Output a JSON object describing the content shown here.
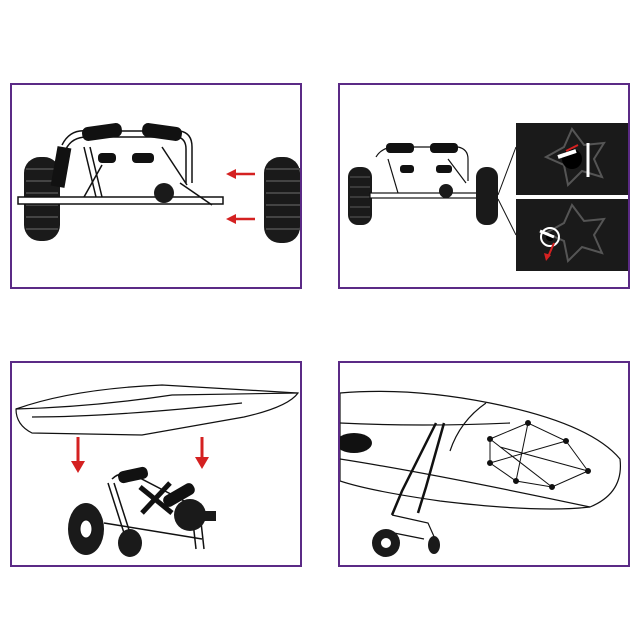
{
  "figure": {
    "panels": [
      {
        "id": "step-1",
        "content": "attach-wheels-to-axle"
      },
      {
        "id": "step-2",
        "content": "lock-wheel-with-pin"
      },
      {
        "id": "step-3",
        "content": "place-kayak-on-cart"
      },
      {
        "id": "step-4",
        "content": "strap-kayak-to-cart"
      }
    ],
    "colors": {
      "frame": "#5b2a86",
      "arrow": "#d42121",
      "line": "#111111",
      "fill": "#ffffff"
    },
    "icons": [
      "wheel-icon",
      "arrow-icon",
      "strap-icon",
      "pin-icon"
    ]
  }
}
